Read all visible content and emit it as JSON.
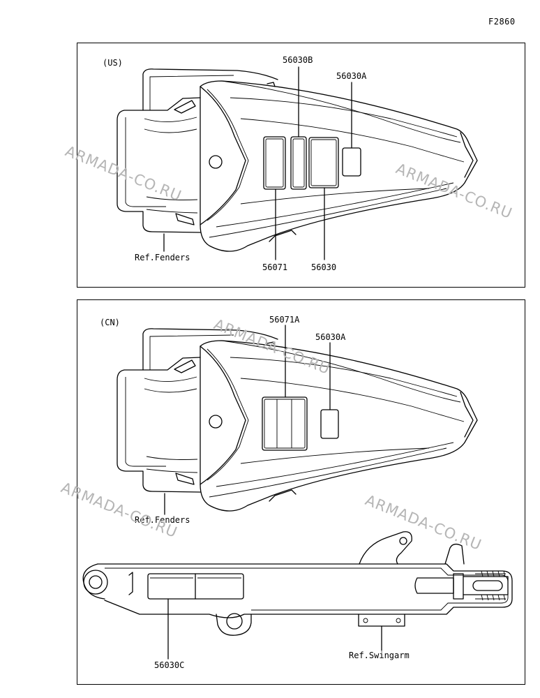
{
  "figure_id": "F2860",
  "watermark": "ARMADA-CO.RU",
  "panels": {
    "us": {
      "region_label": "(US)",
      "callouts": {
        "c1": "56030B",
        "c2": "56030A",
        "c3": "56071",
        "c4": "56030",
        "c5": "Ref.Fenders"
      }
    },
    "cn": {
      "region_label": "(CN)",
      "callouts": {
        "c1": "56071A",
        "c2": "56030A",
        "c3": "Ref.Fenders",
        "c4": "56030C",
        "c5": "Ref.Swingarm"
      }
    }
  }
}
